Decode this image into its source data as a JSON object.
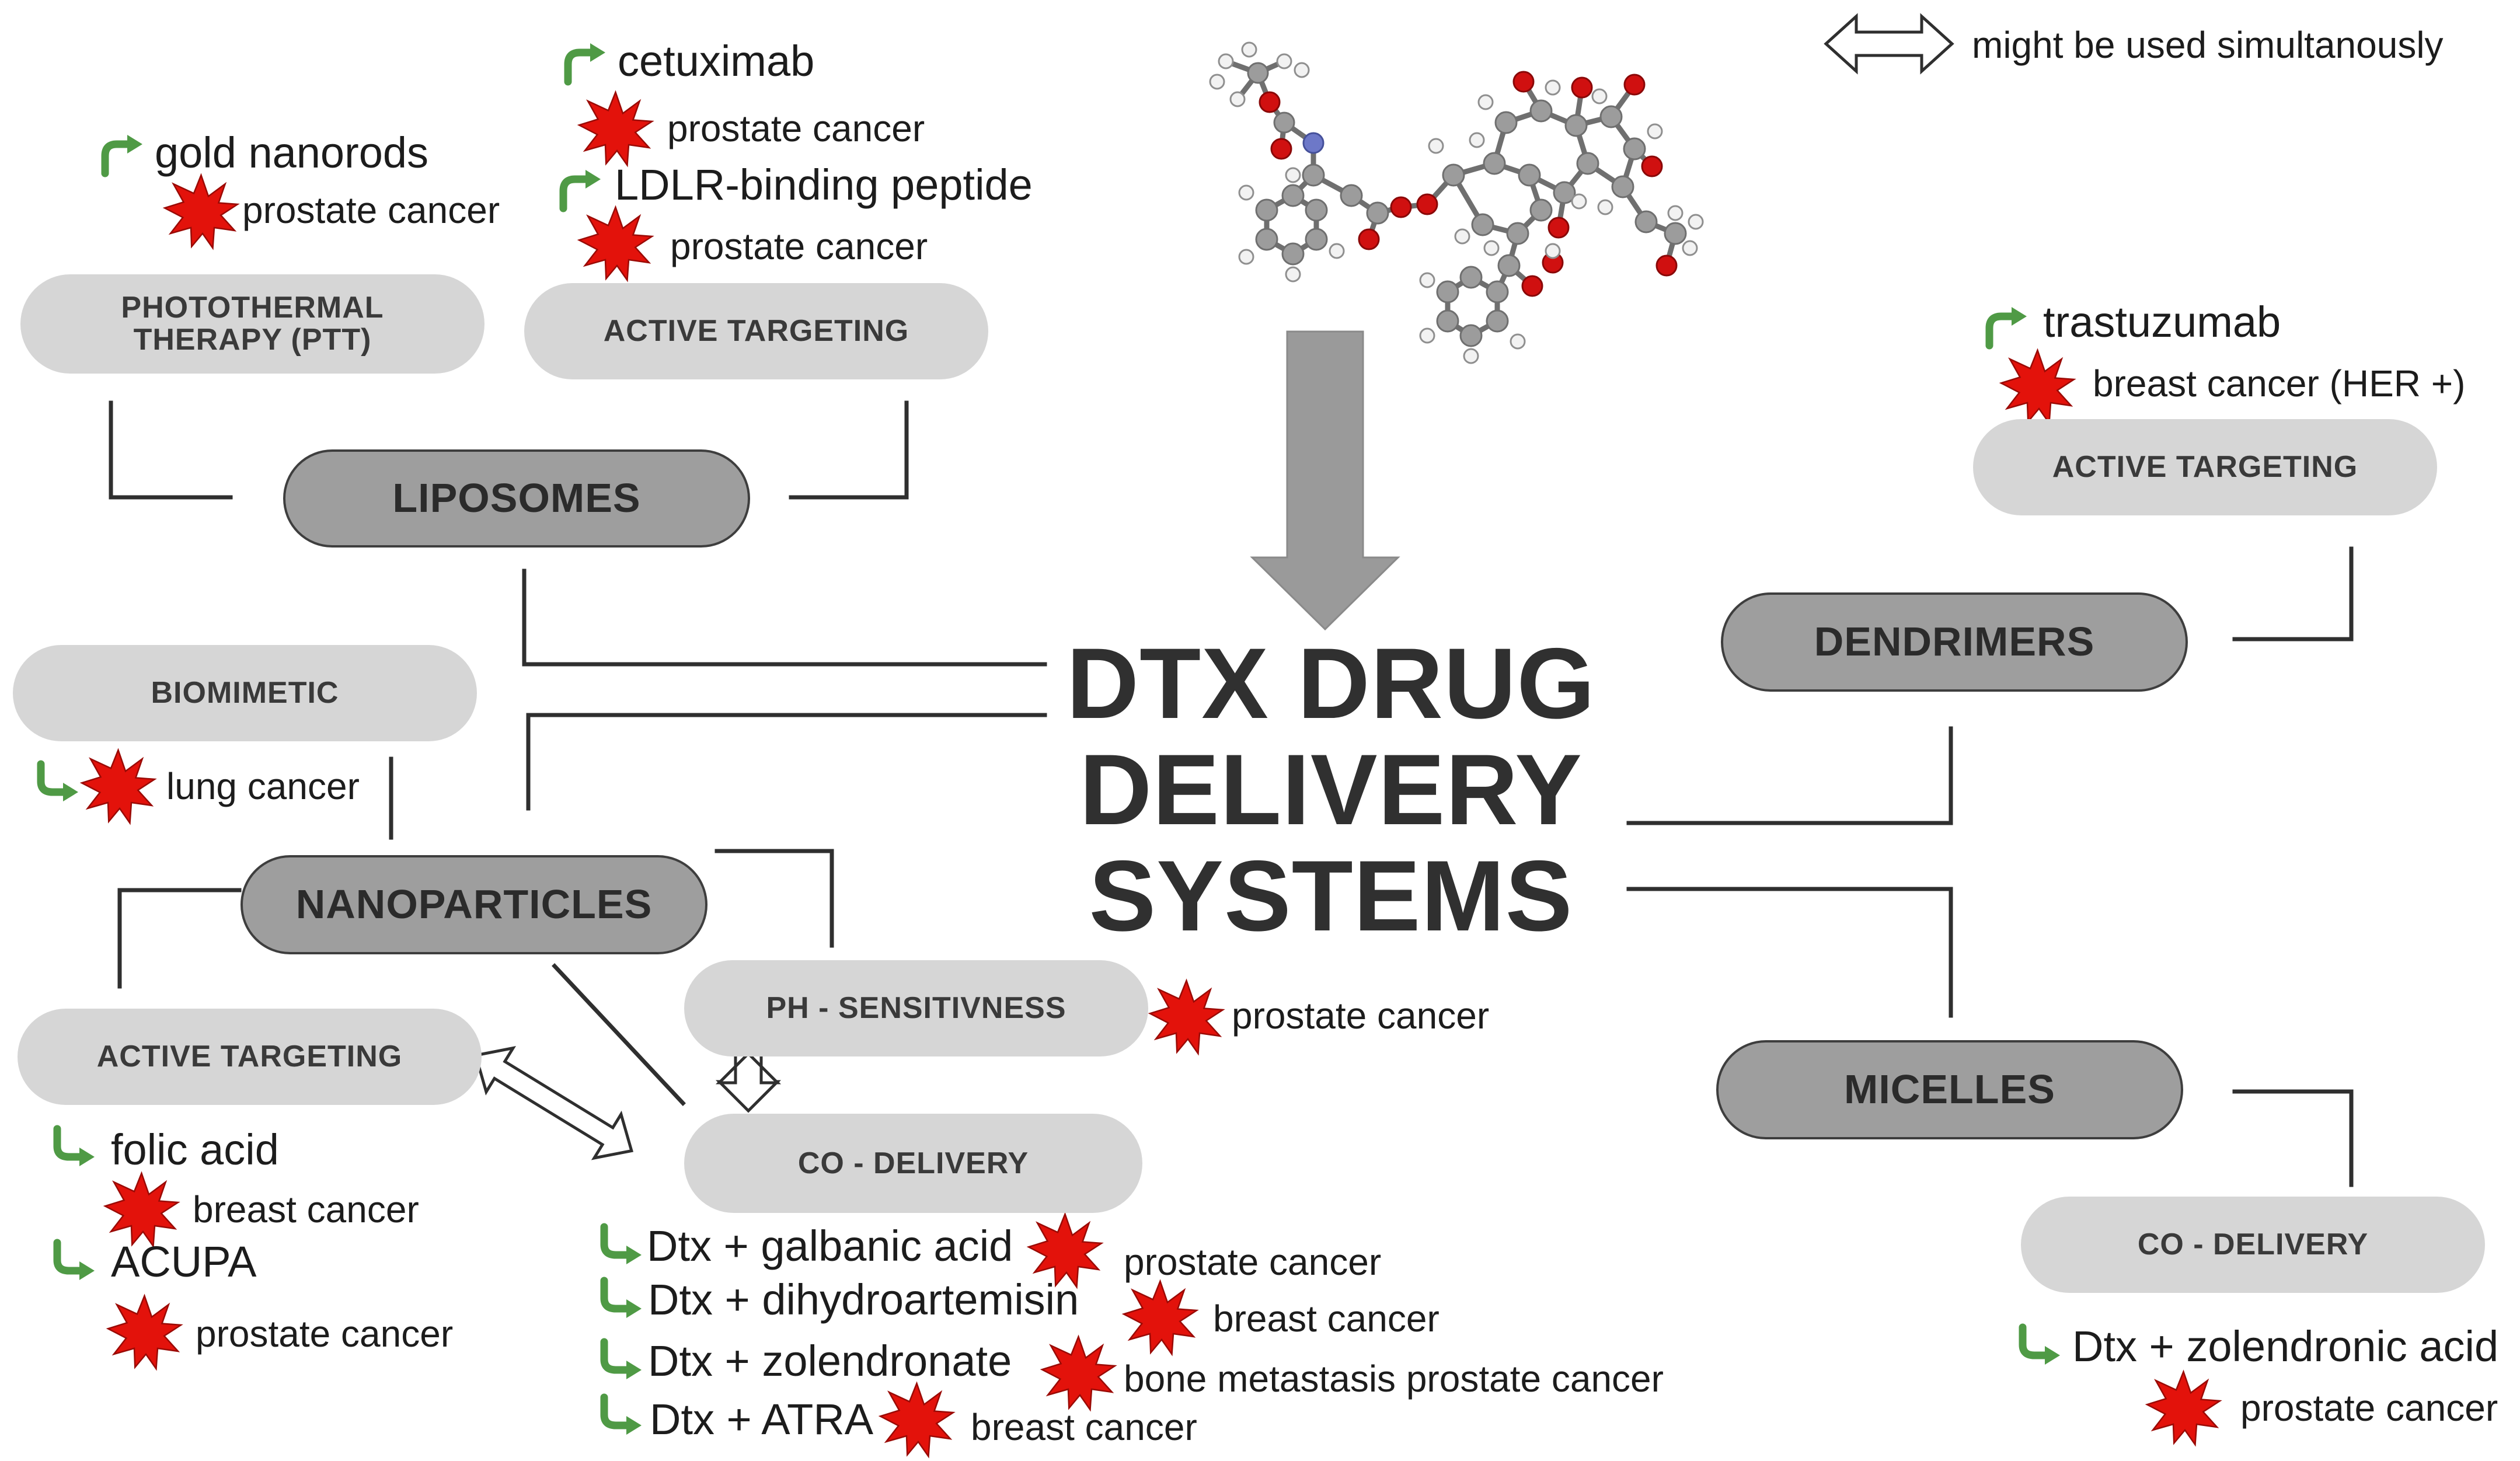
{
  "title_lines": [
    "DTX DRUG",
    "DELIVERY",
    "SYSTEMS"
  ],
  "legend": {
    "text": "might be used simultanously"
  },
  "categories": {
    "liposomes": "LIPOSOMES",
    "nanoparticles": "NANOPARTICLES",
    "dendrimers": "DENDRIMERS",
    "micelles": "MICELLES"
  },
  "liposomes": {
    "ptt": {
      "label": "PHOTOTHERMAL THERAPY (PTT)",
      "agent": "gold nanorods",
      "cancer": "prostate cancer"
    },
    "active": {
      "label": "ACTIVE TARGETING",
      "agents": [
        {
          "agent": "cetuximab",
          "cancer": "prostate cancer"
        },
        {
          "agent": "LDLR-binding peptide",
          "cancer": "prostate cancer"
        }
      ]
    }
  },
  "nanoparticles": {
    "biomimetic": {
      "label": "BIOMIMETIC",
      "cancer": "lung cancer"
    },
    "active": {
      "label": "ACTIVE TARGETING",
      "agents": [
        {
          "agent": "folic acid",
          "cancer": "breast cancer"
        },
        {
          "agent": "ACUPA",
          "cancer": "prostate cancer"
        }
      ]
    },
    "ph": {
      "label": "PH - SENSITIVNESS",
      "cancer": "prostate cancer"
    },
    "codelivery": {
      "label": "CO - DELIVERY",
      "agents": [
        {
          "agent": "Dtx + galbanic acid",
          "cancer": "prostate cancer"
        },
        {
          "agent": "Dtx + dihydroartemisin",
          "cancer": "breast cancer"
        },
        {
          "agent": "Dtx + zolendronate",
          "cancer": "bone metastasis prostate cancer"
        },
        {
          "agent": "Dtx + ATRA",
          "cancer": "breast cancer"
        }
      ]
    }
  },
  "dendrimers": {
    "active": {
      "label": "ACTIVE TARGETING",
      "agent": "trastuzumab",
      "cancer": "breast cancer (HER +)"
    }
  },
  "micelles": {
    "codelivery": {
      "label": "CO - DELIVERY",
      "agent": "Dtx + zolendronic acid",
      "cancer": "prostate cancer"
    }
  },
  "colors": {
    "dark_pill": "#9e9e9e",
    "light_pill": "#d6d6d6",
    "arrow_green": "#4f9a45",
    "burst_red": "#e3120b",
    "big_arrow": "#9a9a9a"
  },
  "icons": [
    "curved-arrow-icon",
    "burst-icon",
    "double-arrow-icon",
    "molecule-icon",
    "down-arrow-icon"
  ]
}
